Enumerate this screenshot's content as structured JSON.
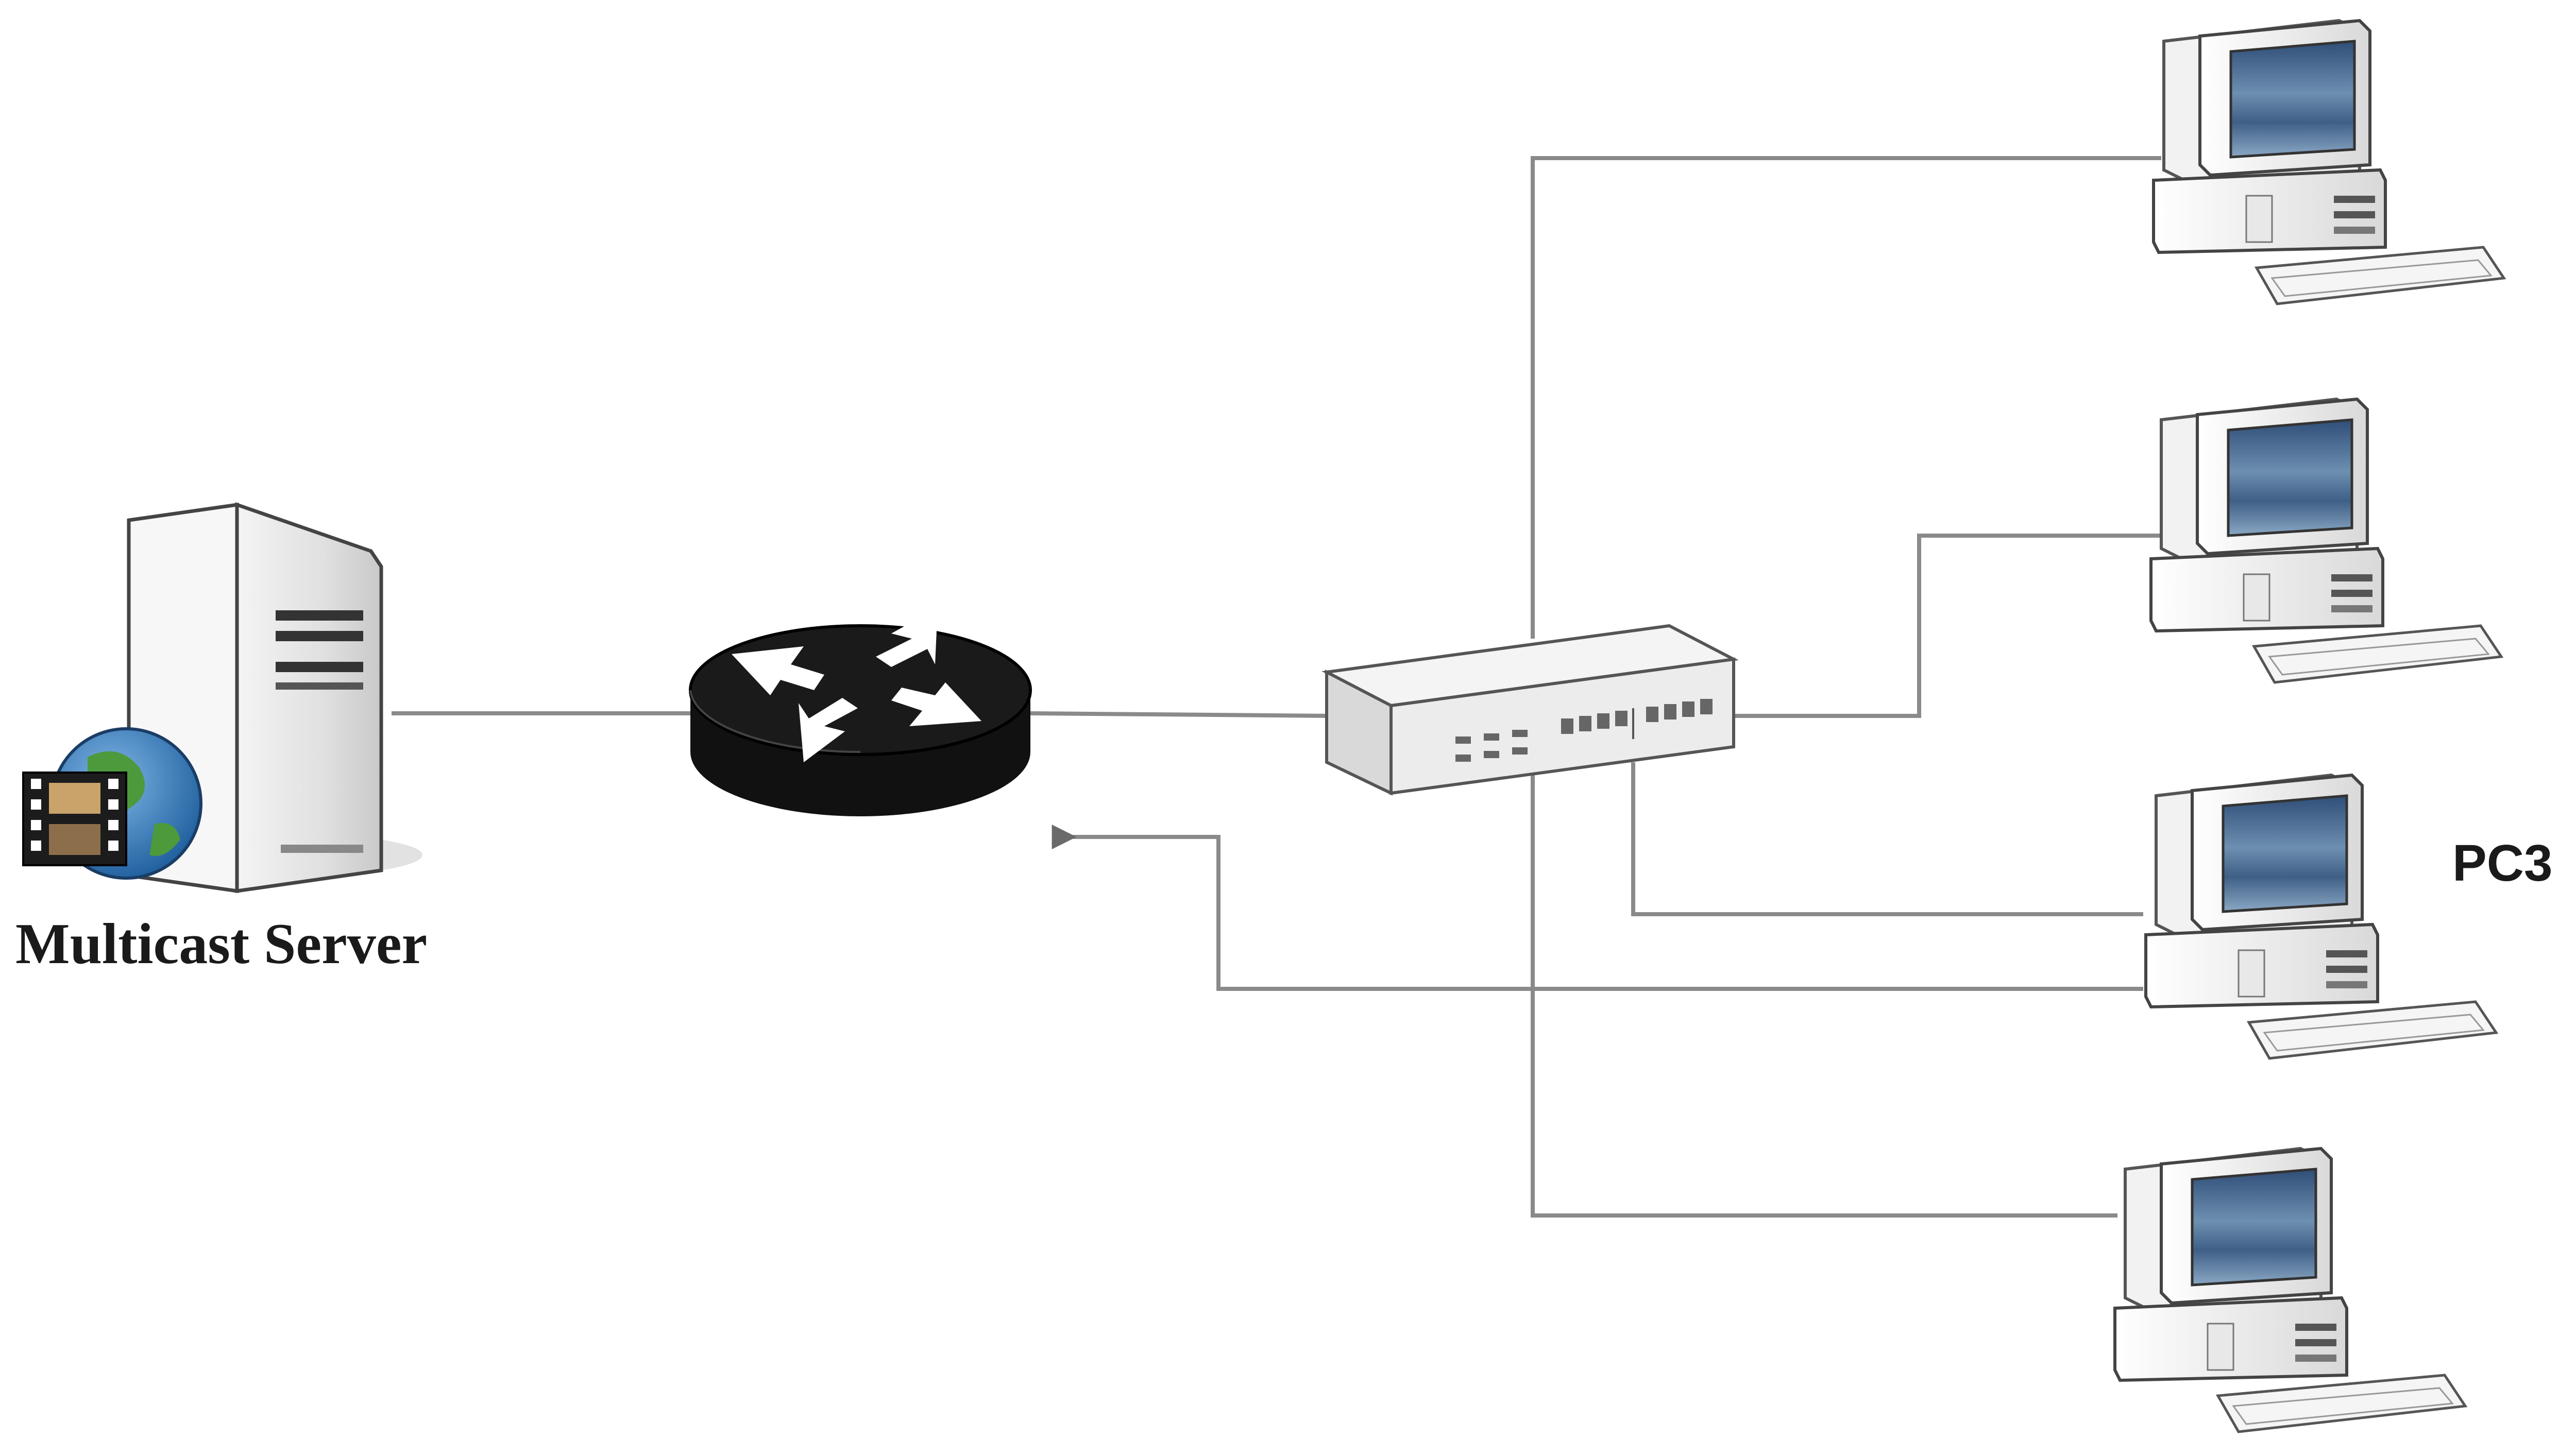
{
  "diagram": {
    "server_label": "Multicast Server",
    "pc3_label": "PC3",
    "nodes": [
      {
        "id": "multicast-server",
        "icon": "server-icon"
      },
      {
        "id": "router",
        "icon": "router-icon"
      },
      {
        "id": "switch",
        "icon": "switch-icon"
      },
      {
        "id": "pc1",
        "icon": "desktop-computer-icon"
      },
      {
        "id": "pc2",
        "icon": "desktop-computer-icon"
      },
      {
        "id": "pc3",
        "icon": "desktop-computer-icon"
      },
      {
        "id": "pc4",
        "icon": "desktop-computer-icon"
      }
    ],
    "links": [
      {
        "from": "multicast-server",
        "to": "router"
      },
      {
        "from": "router",
        "to": "switch"
      },
      {
        "from": "switch",
        "to": "pc1"
      },
      {
        "from": "switch",
        "to": "pc2"
      },
      {
        "from": "switch",
        "to": "pc3"
      },
      {
        "from": "switch",
        "to": "pc4"
      },
      {
        "from": "pc3",
        "to": "router",
        "arrow": true
      }
    ],
    "colors": {
      "line": "#8a8a8a",
      "router": "#111111",
      "screen": "#4a6e8f"
    }
  }
}
